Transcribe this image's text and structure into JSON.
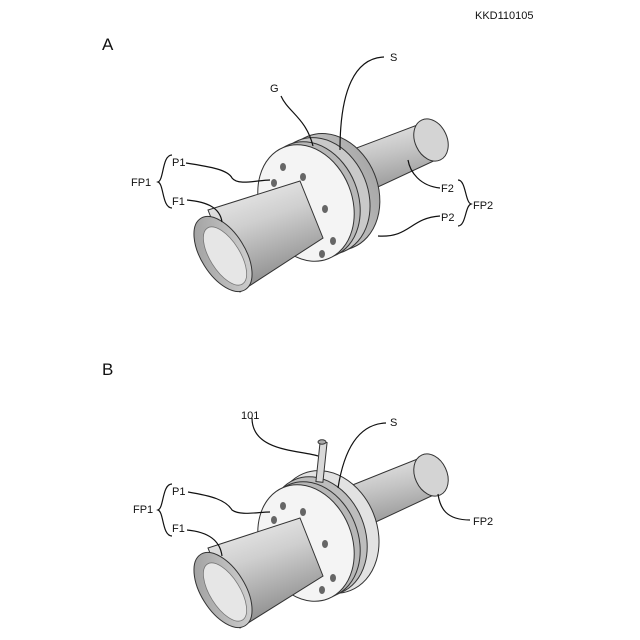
{
  "document_id": "KKD110105",
  "figure_a": {
    "panel_label": "A",
    "labels": {
      "g": "G",
      "s": "S",
      "p1": "P1",
      "fp1": "FP1",
      "f1": "F1",
      "f2": "F2",
      "fp2": "FP2",
      "p2": "P2"
    }
  },
  "figure_b": {
    "panel_label": "B",
    "labels": {
      "r101": "101",
      "s": "S",
      "p1": "P1",
      "fp1": "FP1",
      "f1": "F1",
      "fp2": "FP2"
    }
  },
  "colors": {
    "pipe_light": "#f2f2f2",
    "pipe_mid": "#bdbdbd",
    "pipe_dark": "#8c8c8c",
    "flange_face": "#f4f4f4",
    "outline": "#333333"
  }
}
